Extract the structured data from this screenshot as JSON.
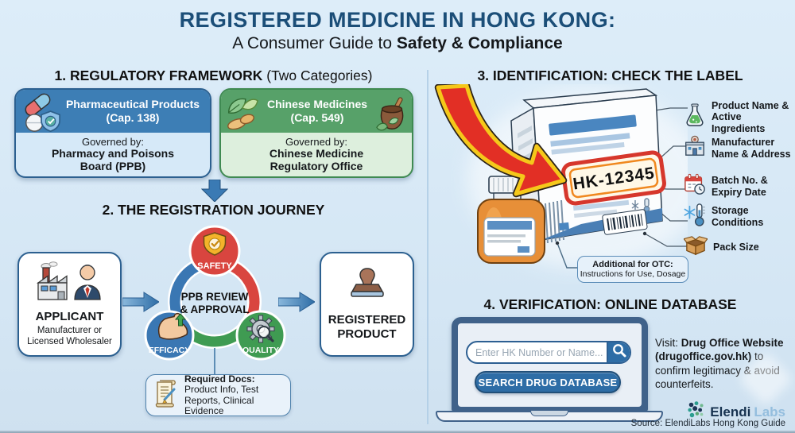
{
  "header": {
    "title": "REGISTERED MEDICINE IN HONG KONG:",
    "subtitle_prefix": "A Consumer Guide to ",
    "subtitle_bold": "Safety & Compliance"
  },
  "colors": {
    "title_navy": "#1b4e78",
    "pharma_blue": "#3d7eb5",
    "chinese_green": "#57a169",
    "arrow_blue": "#3a7ab4",
    "safety_red": "#d9453f",
    "efficacy_blue": "#3a77b3",
    "quality_green": "#3f9b52",
    "hk_badge_red": "#d6372c",
    "button_blue": "#2e6da6"
  },
  "section1": {
    "heading_bold": "1. REGULATORY FRAMEWORK",
    "heading_rest": " (Two Categories)",
    "pharma_card": {
      "title": "Pharmaceutical Products\n(Cap. 138)",
      "governed_label": "Governed by:",
      "governed_body": "Pharmacy and Poisons\nBoard (PPB)"
    },
    "chinese_card": {
      "title": "Chinese Medicines\n(Cap. 549)",
      "governed_label": "Governed by:",
      "governed_body": "Chinese Medicine\nRegulatory Office"
    }
  },
  "section2": {
    "heading": "2. THE REGISTRATION JOURNEY",
    "applicant": {
      "title": "APPLICANT",
      "subtitle": "Manufacturer or\nLicensed Wholesaler"
    },
    "review": {
      "center_line1": "PPB REVIEW",
      "center_line2": "& APPROVAL",
      "safety": "SAFETY",
      "efficacy": "EFFICACY",
      "quality": "QUALITY"
    },
    "registered": {
      "title": "REGISTERED\nPRODUCT"
    },
    "required_docs": {
      "label": "Required Docs:",
      "body": "Product Info, Test\nReports, Clinical Evidence"
    }
  },
  "section3": {
    "heading": "3. IDENTIFICATION: CHECK THE LABEL",
    "hk_number": "HK-12345",
    "labels": [
      {
        "icon": "flask-icon",
        "text": "Product Name &\nActive Ingredients"
      },
      {
        "icon": "manufacturer-building-icon",
        "text": "Manufacturer\nName & Address"
      },
      {
        "icon": "calendar-clock-icon",
        "text": "Batch No. &\nExpiry Date"
      },
      {
        "icon": "storage-thermometer-icon",
        "text": "Storage\nConditions"
      },
      {
        "icon": "pack-box-icon",
        "text": "Pack Size"
      }
    ],
    "otc": {
      "label": "Additional for OTC:",
      "body": "Instructions for Use, Dosage"
    }
  },
  "section4": {
    "heading": "4. VERIFICATION: ONLINE DATABASE",
    "search_placeholder": "Enter HK Number or Name...",
    "search_button": "SEARCH DRUG DATABASE",
    "note_prefix": "Visit: ",
    "note_bold1": "Drug Office Website",
    "note_mid": " ",
    "note_bold2": "(drugoffice.gov.hk)",
    "note_suffix": " to confirm legitimacy & avoid counterfeits."
  },
  "footer": {
    "brand_primary": "Elendi",
    "brand_secondary": "Labs",
    "source": "Source: ElendiLabs Hong Kong Guide"
  }
}
